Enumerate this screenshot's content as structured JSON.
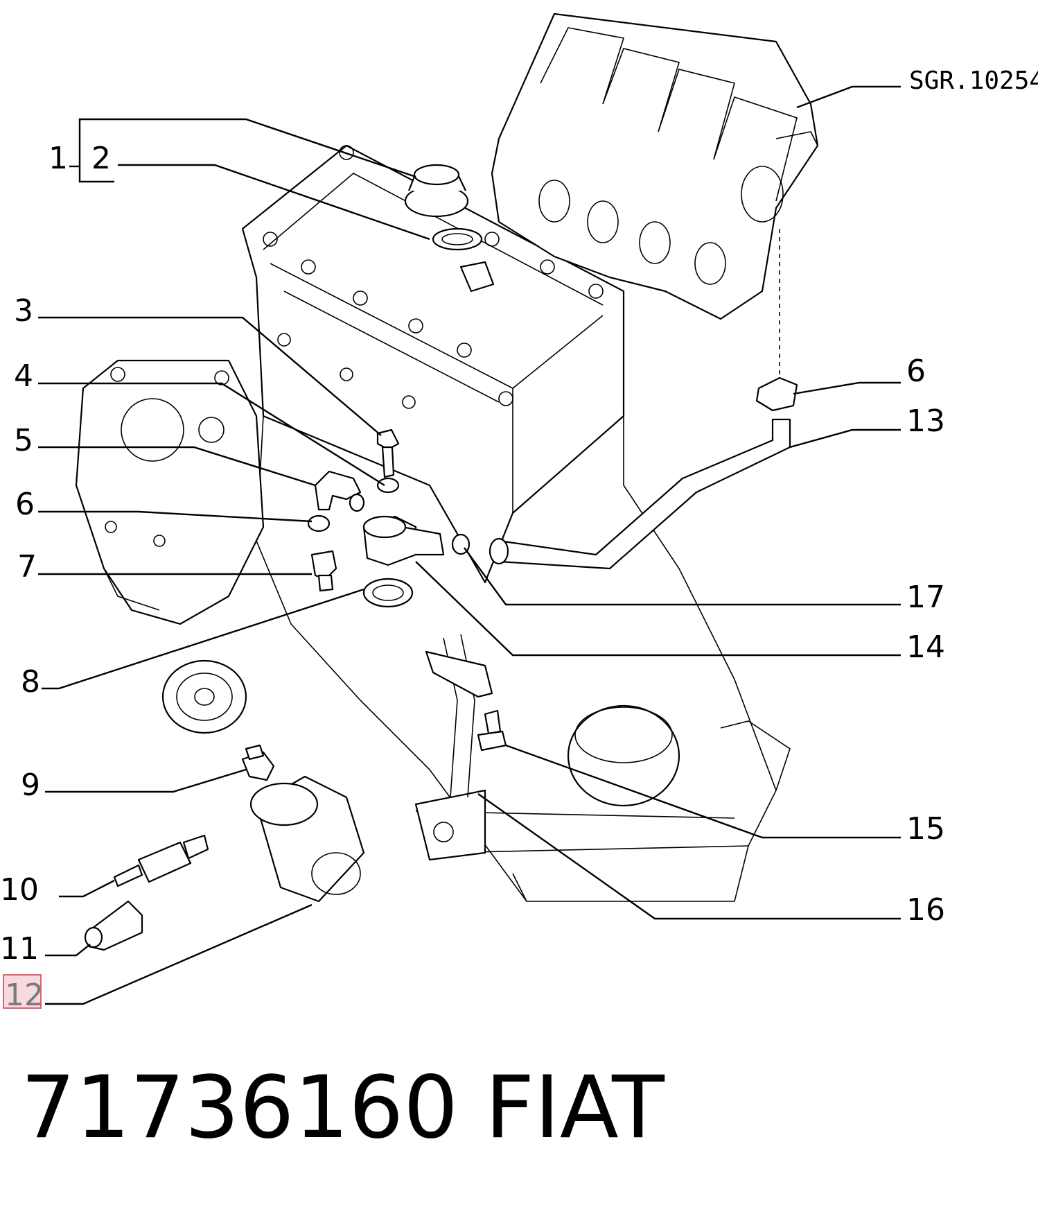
{
  "drawing_ref": "SGR.10254",
  "part_number": "71736160",
  "brand": "FIAT",
  "highlighted_callout": "12",
  "callouts": {
    "c1": "1",
    "c2": "2",
    "c3": "3",
    "c4": "4",
    "c5": "5",
    "c6a": "6",
    "c6b": "6",
    "c7": "7",
    "c8": "8",
    "c9": "9",
    "c10": "10",
    "c11": "11",
    "c12": "12",
    "c13": "13",
    "c14": "14",
    "c15": "15",
    "c16": "16",
    "c17": "17"
  }
}
